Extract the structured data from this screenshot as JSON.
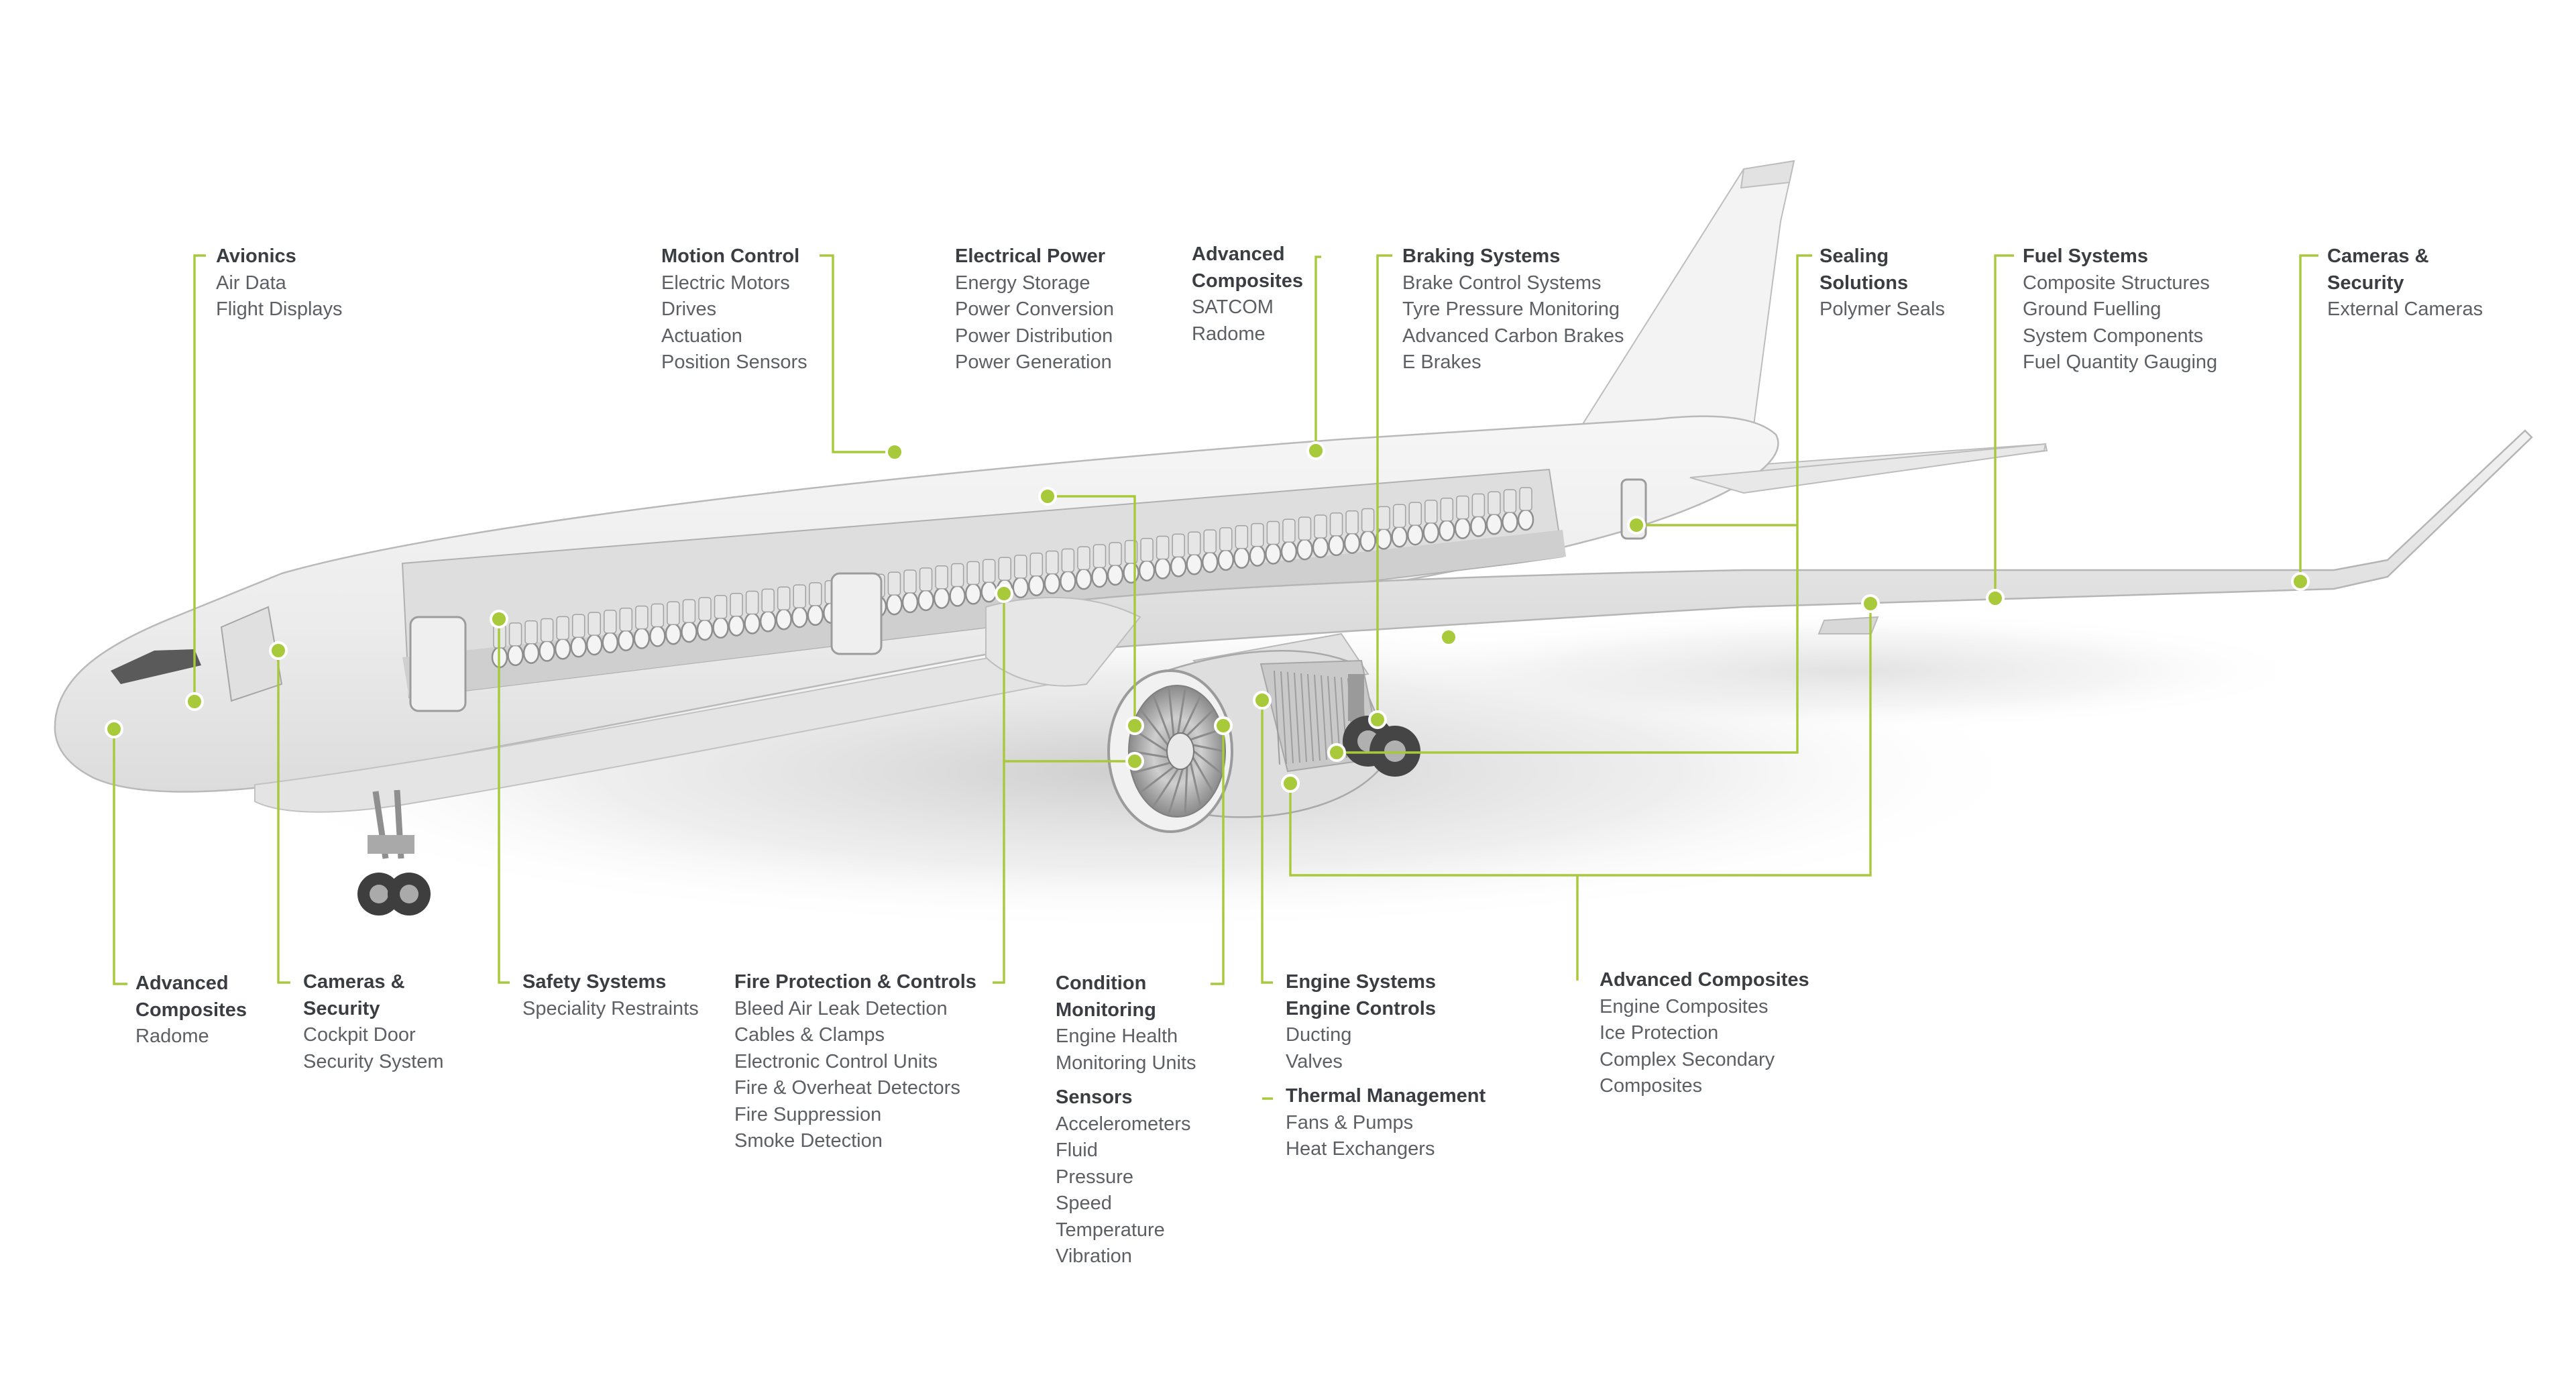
{
  "colors": {
    "accent": "#a7c93a",
    "fuselage": "#ececec",
    "outline": "#b9b9b9",
    "title_text": "#3a3d42",
    "item_text": "#5c5f63"
  },
  "callouts": {
    "avionics": {
      "title": [
        "Avionics"
      ],
      "items": [
        "Air Data",
        "Flight Displays"
      ]
    },
    "motion_control": {
      "title": [
        "Motion Control"
      ],
      "items": [
        "Electric Motors",
        "Drives",
        "Actuation",
        "Position Sensors"
      ]
    },
    "electrical_power": {
      "title": [
        "Electrical Power"
      ],
      "items": [
        "Energy Storage",
        "Power Conversion",
        "Power Distribution",
        "Power Generation"
      ]
    },
    "advanced_composites_satcom": {
      "title": [
        "Advanced",
        "Composites"
      ],
      "items": [
        "SATCOM",
        "Radome"
      ]
    },
    "braking_systems": {
      "title": [
        "Braking Systems"
      ],
      "items": [
        "Brake Control Systems",
        "Tyre Pressure Monitoring",
        "Advanced Carbon Brakes",
        "E Brakes"
      ]
    },
    "sealing_solutions": {
      "title": [
        "Sealing",
        "Solutions"
      ],
      "items": [
        "Polymer Seals"
      ]
    },
    "fuel_systems": {
      "title": [
        "Fuel Systems"
      ],
      "items": [
        "Composite Structures",
        "Ground Fuelling",
        "System Components",
        "Fuel Quantity Gauging"
      ]
    },
    "cameras_external": {
      "title": [
        "Cameras &",
        "Security"
      ],
      "items": [
        "External Cameras"
      ]
    },
    "advanced_composites_radome": {
      "title": [
        "Advanced",
        "Composites"
      ],
      "items": [
        "Radome"
      ]
    },
    "cameras_cockpit": {
      "title": [
        "Cameras &",
        "Security"
      ],
      "items": [
        "Cockpit Door",
        "Security System"
      ]
    },
    "safety_systems": {
      "title": [
        "Safety Systems"
      ],
      "items": [
        "Speciality Restraints"
      ]
    },
    "fire_protection": {
      "title": [
        "Fire Protection & Controls"
      ],
      "items": [
        "Bleed Air Leak Detection",
        "Cables & Clamps",
        "Electronic Control Units",
        "Fire & Overheat Detectors",
        "Fire Suppression",
        "Smoke Detection"
      ]
    },
    "condition_monitoring": {
      "title": [
        "Condition",
        "Monitoring"
      ],
      "items": [
        "Engine Health",
        "Monitoring Units"
      ]
    },
    "sensors": {
      "title": [
        "Sensors"
      ],
      "items": [
        "Accelerometers",
        "Fluid",
        "Pressure",
        "Speed",
        "Temperature",
        "Vibration"
      ]
    },
    "engine_systems": {
      "title": [
        "Engine Systems",
        "Engine Controls"
      ],
      "items": [
        "Ducting",
        "Valves"
      ]
    },
    "thermal_management": {
      "title": [
        "Thermal Management"
      ],
      "items": [
        "Fans & Pumps",
        "Heat Exchangers"
      ]
    },
    "advanced_composites_engine": {
      "title": [
        "Advanced Composites"
      ],
      "items": [
        "Engine Composites",
        "Ice Protection",
        "Complex Secondary",
        "Composites"
      ]
    }
  }
}
